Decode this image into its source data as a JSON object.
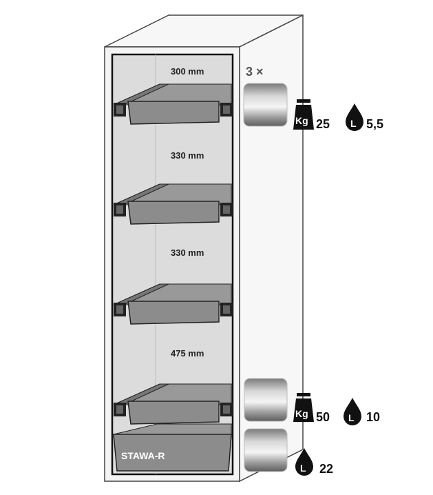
{
  "cabinet": {
    "model_label": "STAWA-R",
    "compartments": [
      {
        "height_label": "300 mm"
      },
      {
        "height_label": "330 mm"
      },
      {
        "height_label": "330 mm"
      },
      {
        "height_label": "475 mm"
      }
    ]
  },
  "specs": {
    "shelf_count_label": "3 ×",
    "shelf": {
      "weight_icon_label": "Kg",
      "load_kg": "25",
      "volume_icon_label": "L",
      "volume_l": "5,5"
    },
    "bottom_tray": {
      "weight_icon_label": "Kg",
      "load_kg": "50",
      "volume_icon_label": "L",
      "volume_l": "10"
    },
    "sump": {
      "volume_icon_label": "L",
      "volume_l": "22"
    }
  },
  "colors": {
    "frame": "#f4f4f4",
    "interior": "#dcdcdc",
    "shelf": "#8c8c8c",
    "outline": "#222222"
  }
}
